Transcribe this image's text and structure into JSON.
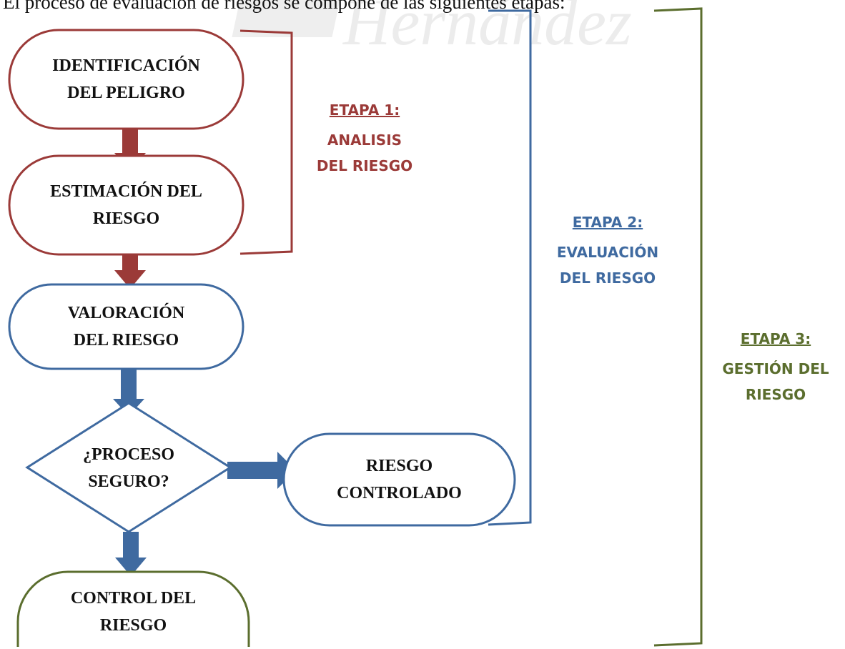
{
  "intro_text": "El proceso de evaluación de riesgos se compone de las siguientes etapas:",
  "watermark_text": "Hernández",
  "colors": {
    "red": "#9b3a38",
    "blue": "#3f6aa0",
    "green": "#5b6e2e",
    "text": "#111111"
  },
  "nodes": {
    "identificacion": {
      "line1": "IDENTIFICACIÓN",
      "line2": "DEL PELIGRO"
    },
    "estimacion": {
      "line1": "ESTIMACIÓN DEL",
      "line2": "RIESGO"
    },
    "valoracion": {
      "line1": "VALORACIÓN",
      "line2": "DEL RIESGO"
    },
    "decision": {
      "line1": "¿PROCESO",
      "line2": "SEGURO?"
    },
    "riesgo_controlado": {
      "line1": "RIESGO",
      "line2": "CONTROLADO"
    },
    "control": {
      "line1": "CONTROL DEL",
      "line2": "RIESGO"
    }
  },
  "stages": {
    "stage1": {
      "heading": "ETAPA 1:",
      "line1": "ANALISIS",
      "line2": "DEL RIESGO"
    },
    "stage2": {
      "heading": "ETAPA 2:",
      "line1": "EVALUACIÓN",
      "line2": "DEL RIESGO"
    },
    "stage3": {
      "heading": "ETAPA 3:",
      "line1": "GESTIÓN DEL",
      "line2": "RIESGO"
    }
  }
}
